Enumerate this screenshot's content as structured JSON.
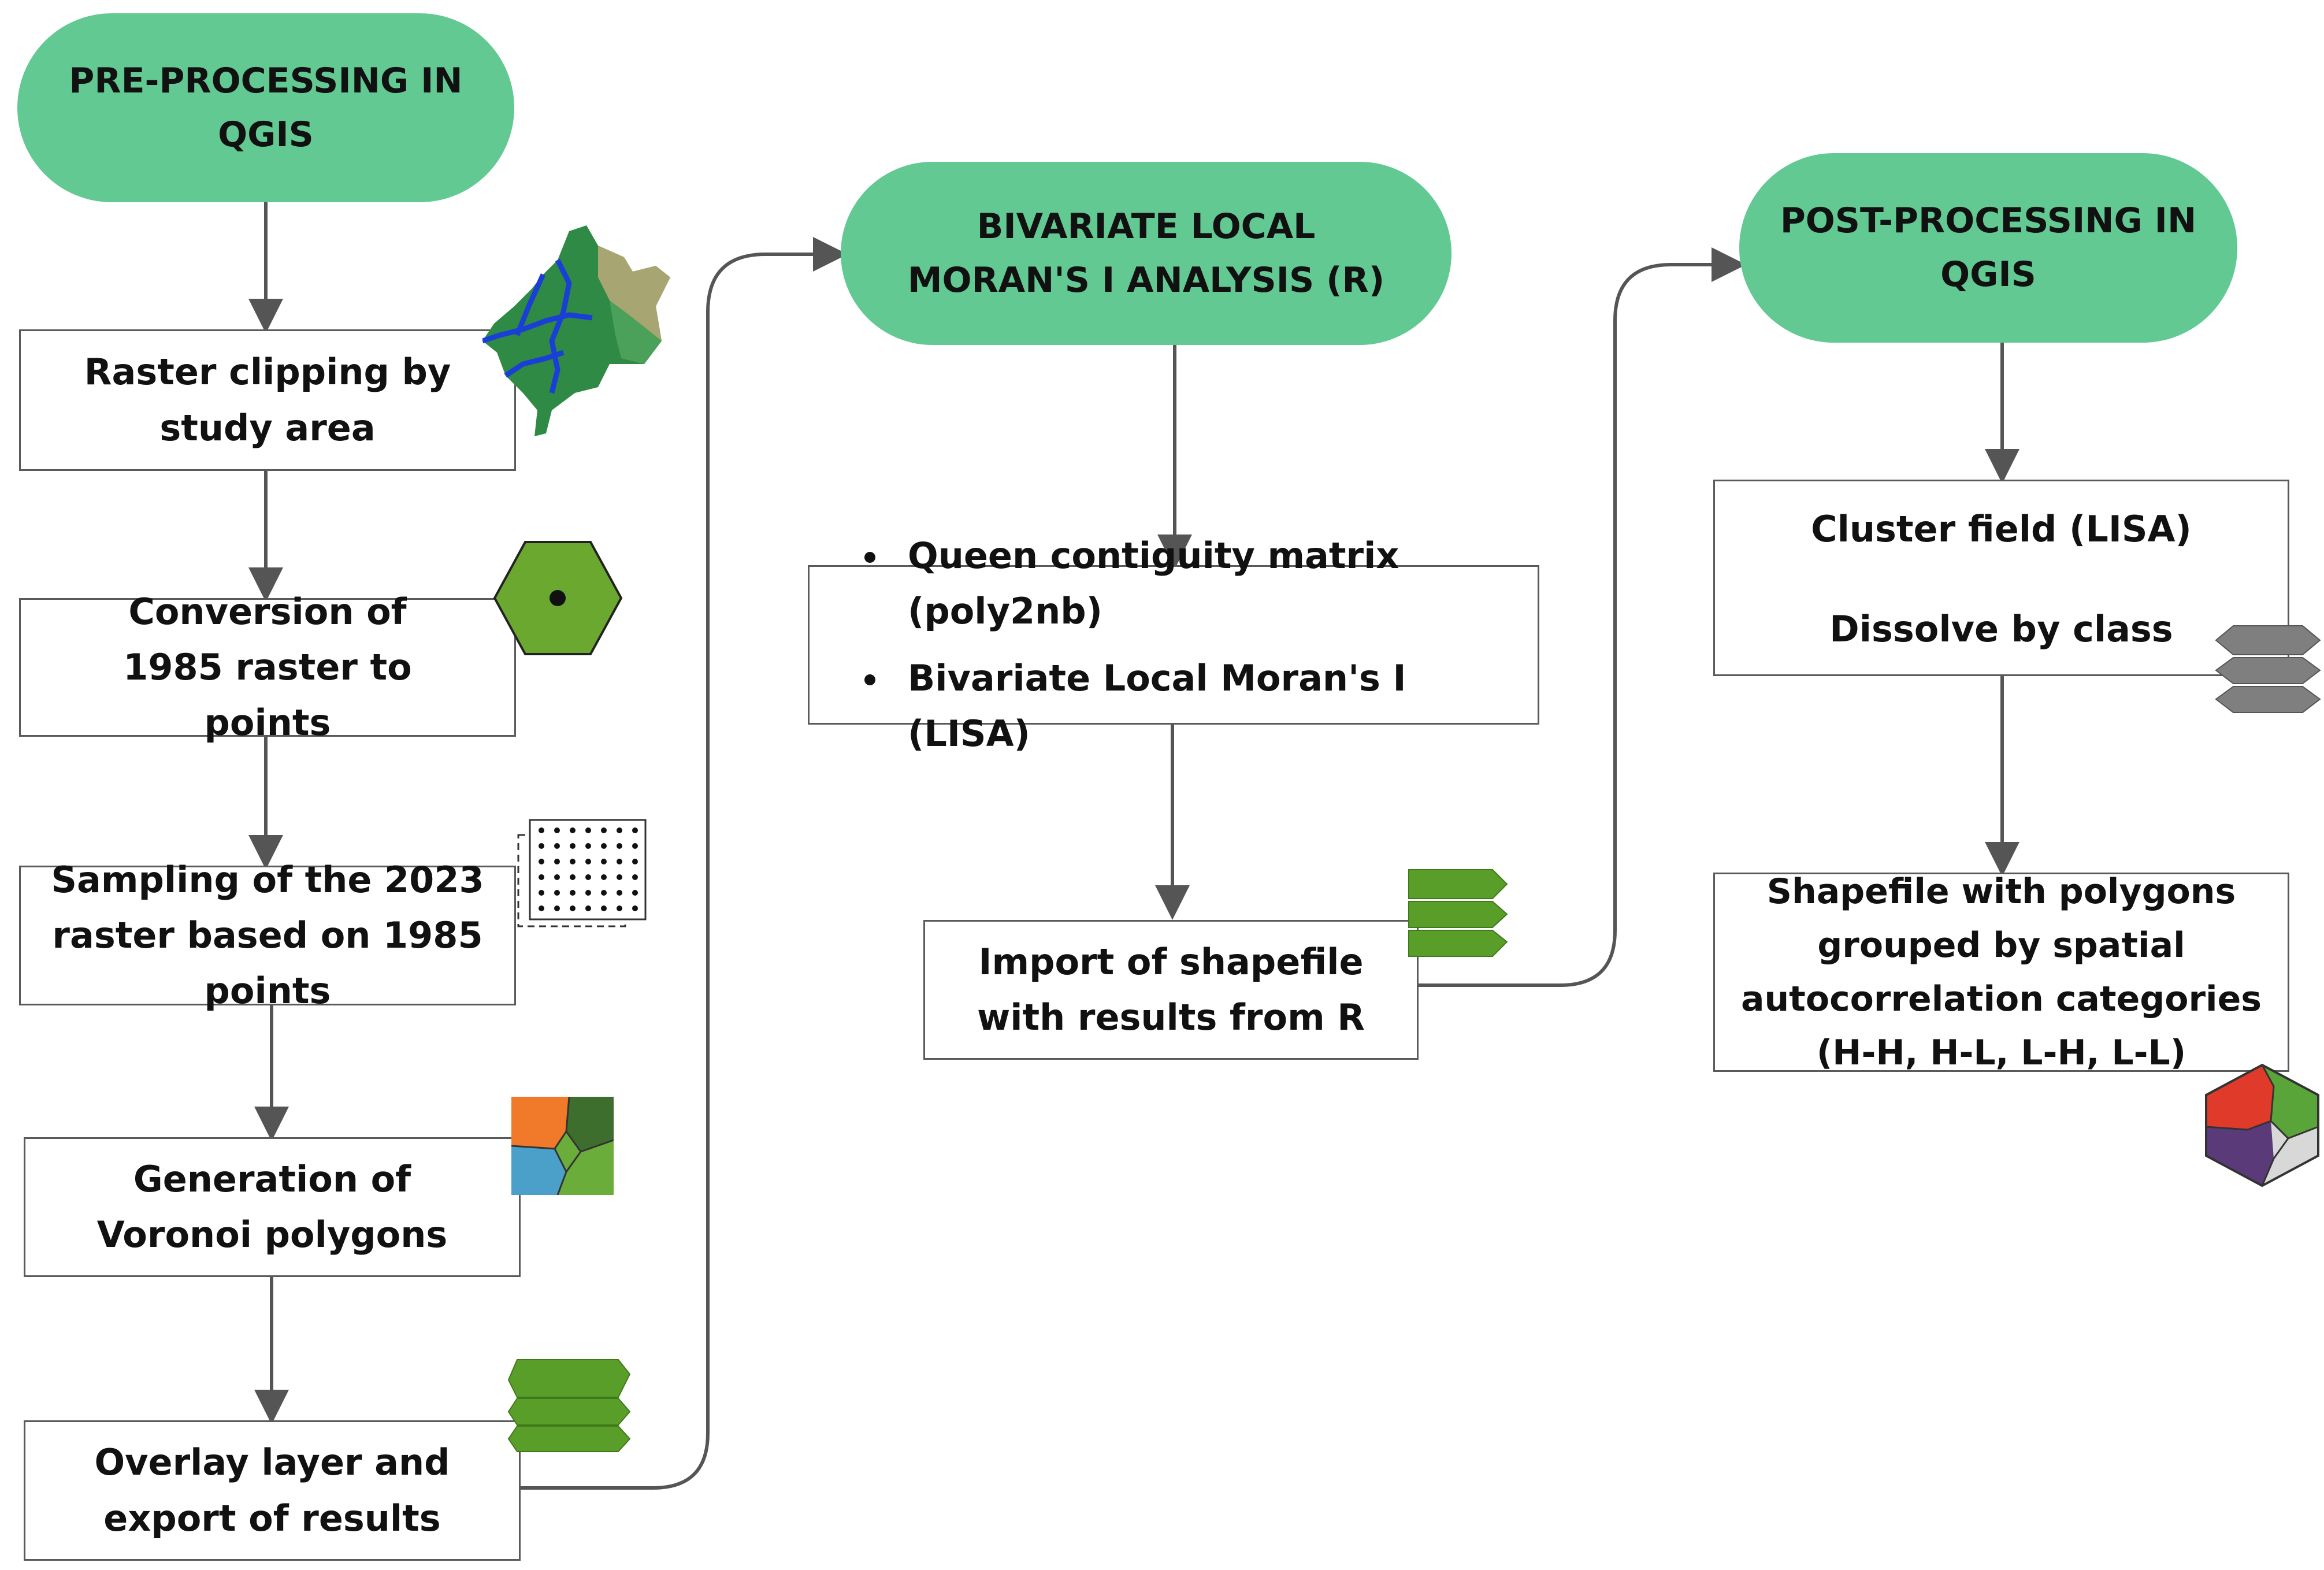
{
  "stages": {
    "pre_processing": "PRE-PROCESSING IN QGIS",
    "analysis": "BIVARIATE LOCAL MORAN'S I ANALYSIS (R)",
    "post_processing": "POST-PROCESSING IN QGIS"
  },
  "pre_steps": {
    "raster_clipping": "Raster clipping by study area",
    "conversion": "Conversion of 1985 raster to points",
    "sampling": "Sampling of the 2023 raster based on 1985 points",
    "voronoi": "Generation of Voronoi polygons",
    "overlay": "Overlay layer and export of results"
  },
  "analysis_steps": {
    "bullets": [
      "Queen contiguity matrix (poly2nb)",
      "Bivariate Local Moran's I (LISA)"
    ],
    "import": "Import of shapefile with results from R"
  },
  "post_steps": {
    "cluster_field": "Cluster field (LISA)",
    "dissolve": "Dissolve by class",
    "shapefile": "Shapefile with polygons grouped by spatial autocorrelation categories (H-H, H-L, L-H, L-L)"
  },
  "icons": {
    "study_area_map": "study-area-map-icon",
    "raster_to_points": "hexagon-point-icon",
    "point_grid": "point-grid-icon",
    "voronoi": "voronoi-polygons-icon",
    "layers": "green-layers-icon",
    "dissolve": "gray-layers-icon",
    "categories": "categorized-polygons-icon"
  },
  "colors": {
    "stage_fill": "#62c993",
    "connector": "#555555",
    "layer_green": "#5a9e2a",
    "layer_gray": "#7f7f7f",
    "hexagon_green": "#6aa82f",
    "voronoi_orange": "#f07a2a",
    "voronoi_blue": "#4aa0c8",
    "voronoi_dark_green": "#3d6e2e",
    "voronoi_green": "#6aad3a",
    "category_red": "#e03a2a",
    "category_green": "#5aa53a",
    "category_purple": "#5a3a78",
    "category_gray": "#d8d8d8"
  }
}
